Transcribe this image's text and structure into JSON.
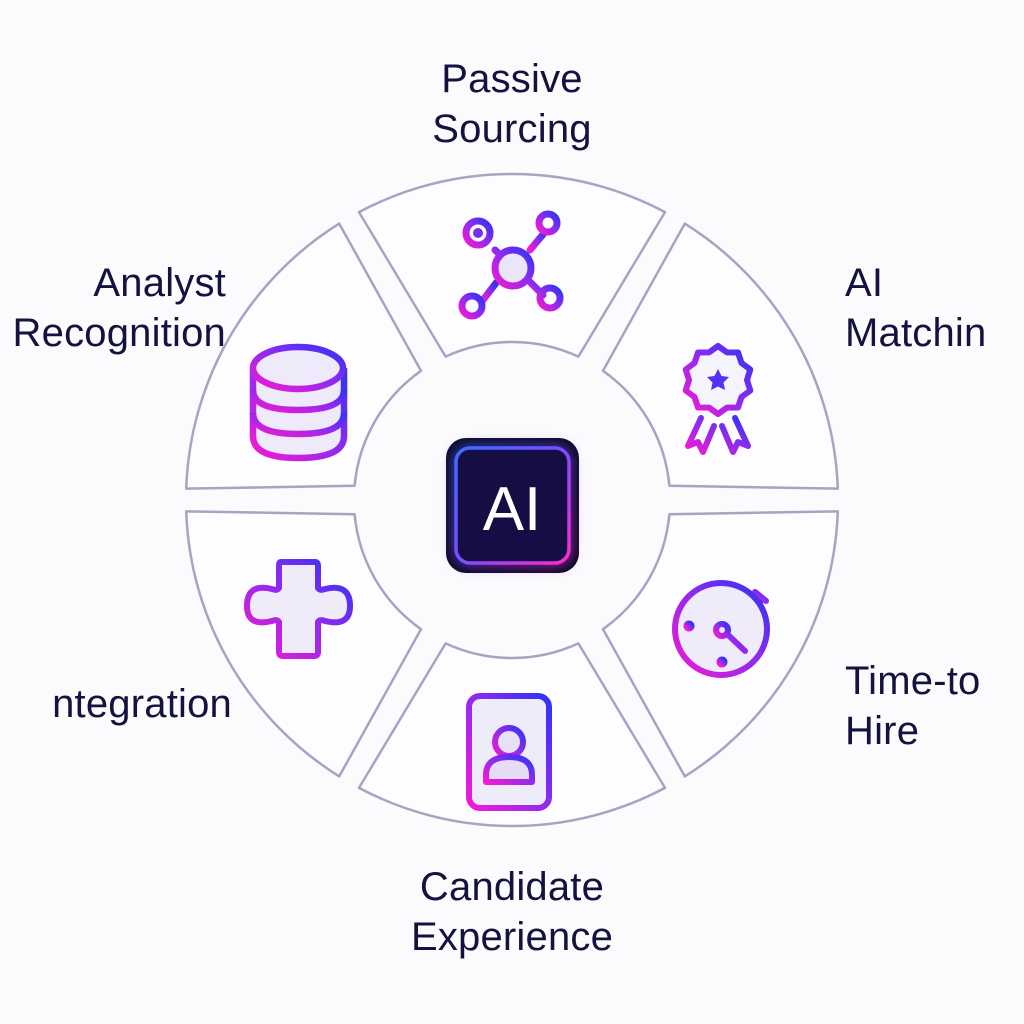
{
  "center": {
    "label": "AI",
    "icon": "ai-chip-icon"
  },
  "colors": {
    "text": "#14123f",
    "segment_stroke": "#a3a6c2",
    "gradient_blue": "#3b2cf5",
    "gradient_magenta": "#ee1fd6",
    "chip_fill": "#120a3a",
    "background": "#fbfafc"
  },
  "segments": [
    {
      "id": "top",
      "label_lines": [
        "Passive",
        "Sourcing"
      ],
      "icon": "network-nodes-icon"
    },
    {
      "id": "upper-right",
      "label_lines": [
        "AI",
        "Matchin"
      ],
      "icon": "award-ribbon-icon"
    },
    {
      "id": "lower-right",
      "label_lines": [
        "Time-to",
        "Hire"
      ],
      "icon": "stopwatch-icon"
    },
    {
      "id": "bottom",
      "label_lines": [
        "Candidate",
        "Experience"
      ],
      "icon": "mobile-profile-icon"
    },
    {
      "id": "lower-left",
      "label_lines": [
        "ntegration"
      ],
      "icon": "puzzle-piece-icon"
    },
    {
      "id": "upper-left",
      "label_lines": [
        "Analyst",
        "Recognition"
      ],
      "icon": "database-icon"
    }
  ]
}
